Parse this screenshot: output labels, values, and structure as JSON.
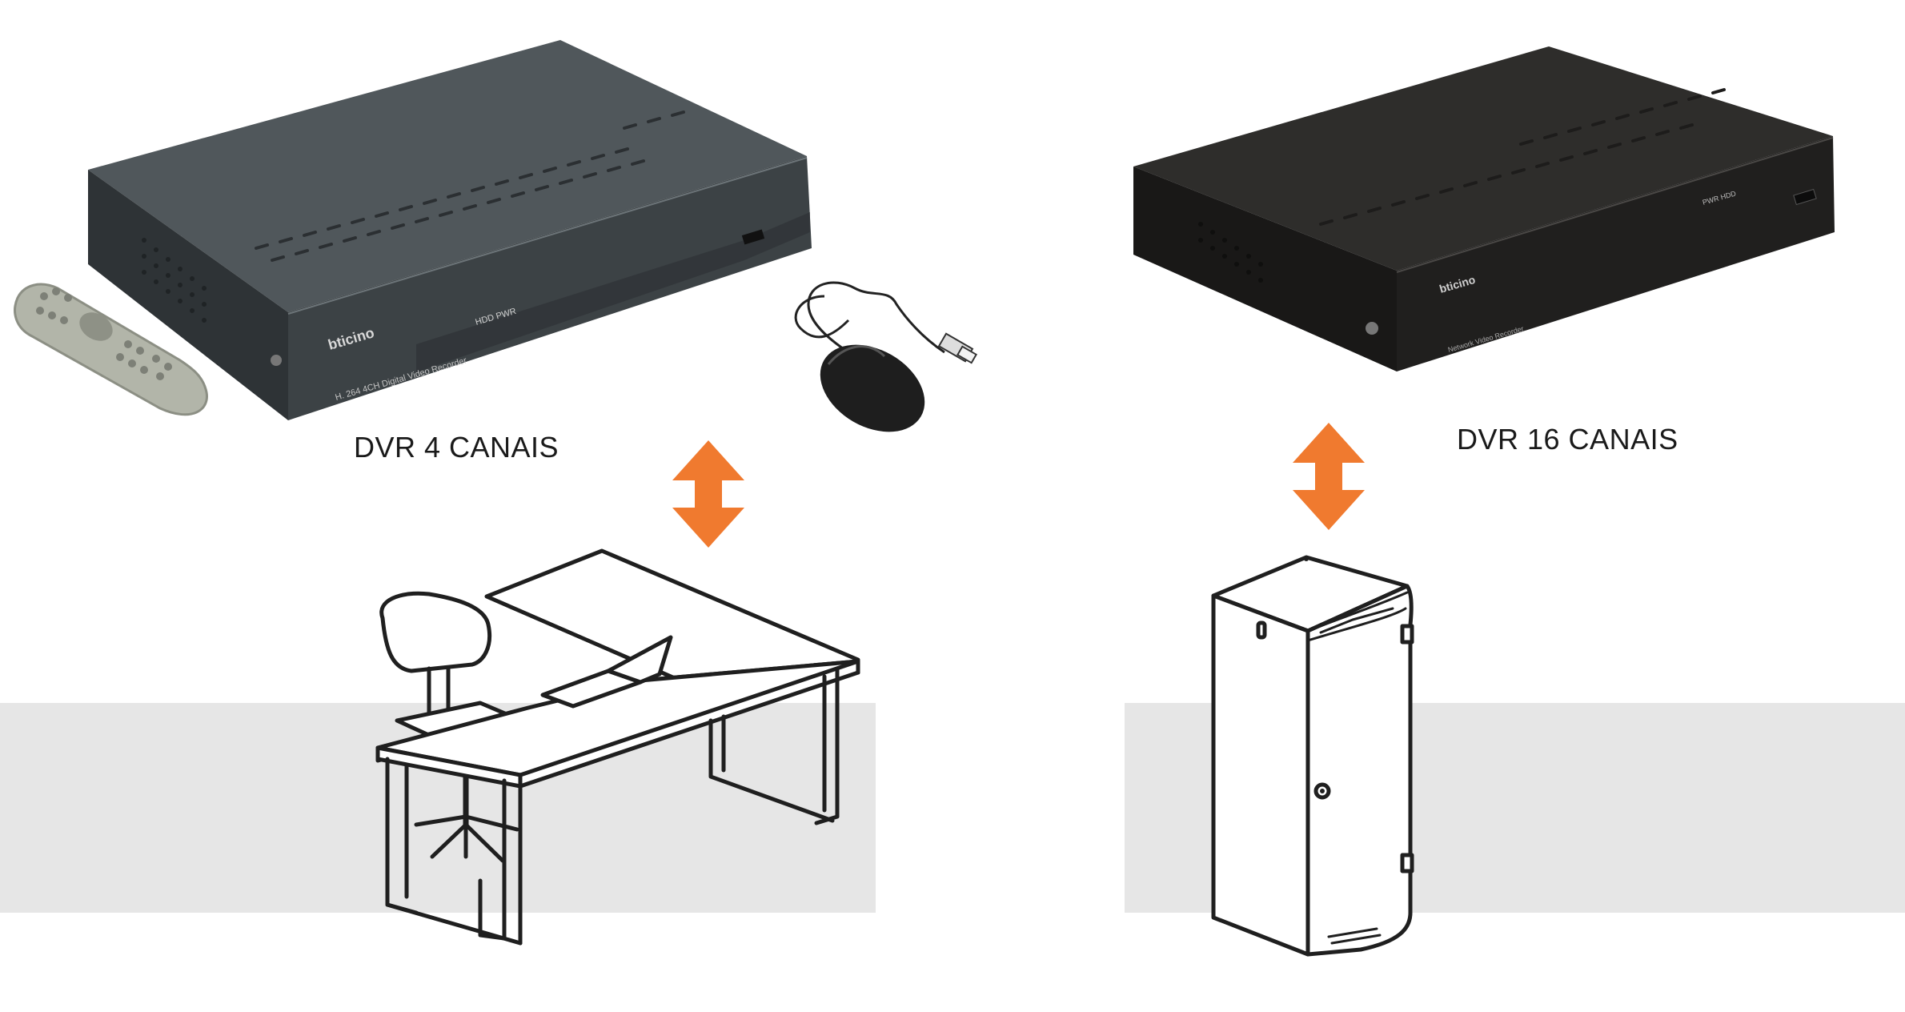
{
  "left": {
    "label": "DVR 4 CANAIS",
    "brand": "bticino",
    "model_text": "H. 264 4CH Digital Video Recorder",
    "panel_leds": "HDD PWR"
  },
  "right": {
    "label": "DVR 16 CANAIS",
    "brand": "bticino",
    "model_text": "Network Video Recorder",
    "panel_leds": "PWR HDD"
  },
  "colors": {
    "arrow": "#f07a2f",
    "band": "#e6e6e6",
    "dvr_left_top": "#4d5357",
    "dvr_right_top": "#2b2a29",
    "line": "#1f1f1f"
  },
  "icons": [
    "dvr-4ch",
    "remote-control",
    "usb-mouse",
    "double-arrow",
    "office-desk",
    "server-rack-cabinet",
    "dvr-16ch"
  ]
}
